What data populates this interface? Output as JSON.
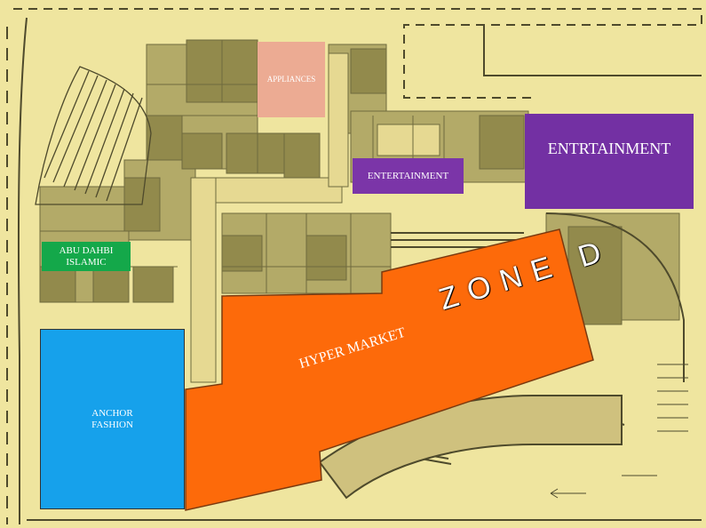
{
  "map": {
    "zones": {
      "appliances": {
        "label": "APPLIANCES",
        "color": "#ecab93"
      },
      "entertainment_small": {
        "label": "ENTERTAINMENT",
        "color": "#7b35a8"
      },
      "entertainment_large": {
        "label": "ENTRTAINMENT",
        "color": "#7330a3"
      },
      "abu_dhabi_islamic": {
        "label": "ABU DAHBI\nISLAMIC",
        "color": "#14a84a"
      },
      "anchor_fashion": {
        "label": "ANCHOR\nFASHION",
        "color": "#16a1eb"
      },
      "hyper_market": {
        "label": "HYPER MARKET",
        "color": "#fd6a0a"
      }
    },
    "zone_title": "ZONE D",
    "background_color": "#efe59f",
    "linework_color": "#7a7040"
  }
}
